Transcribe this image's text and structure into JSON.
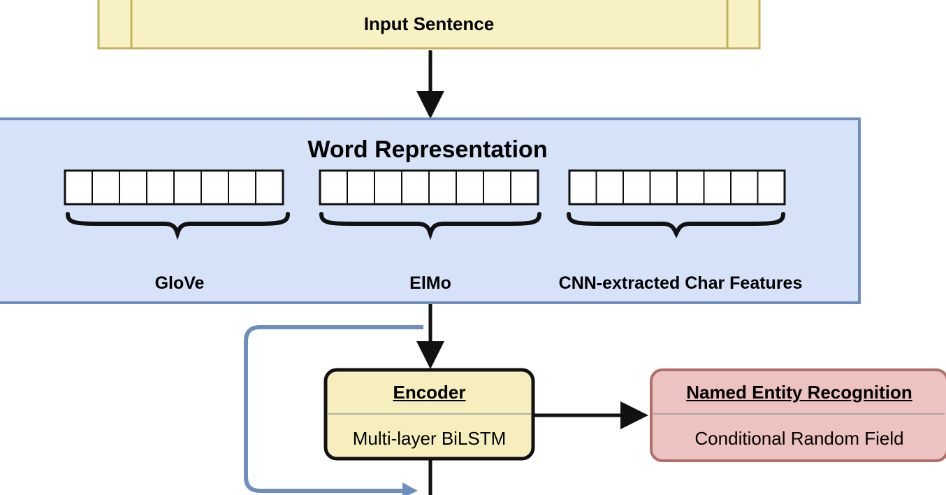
{
  "input": {
    "label": "Input Sentence"
  },
  "word_representation": {
    "title": "Word Representation",
    "embeddings": [
      {
        "label": "GloVe",
        "cells": 8
      },
      {
        "label": "ElMo",
        "cells": 8
      },
      {
        "label": "CNN-extracted Char Features",
        "cells": 8
      }
    ]
  },
  "encoder": {
    "title": "Encoder",
    "subtitle": "Multi-layer BiLSTM"
  },
  "ner": {
    "title": "Named Entity Recognition",
    "subtitle": "Conditional Random Field"
  },
  "colors": {
    "input_fill": "#f7f1c4",
    "input_border": "#c4b15f",
    "wordrep_fill": "#d5e2f7",
    "wordrep_border": "#6e8fbe",
    "encoder_fill": "#f6efbd",
    "encoder_border": "#111111",
    "ner_fill": "#ecc3c1",
    "ner_border": "#b06e69",
    "loop_stroke": "#6e8fbe",
    "arrow": "#111111"
  }
}
